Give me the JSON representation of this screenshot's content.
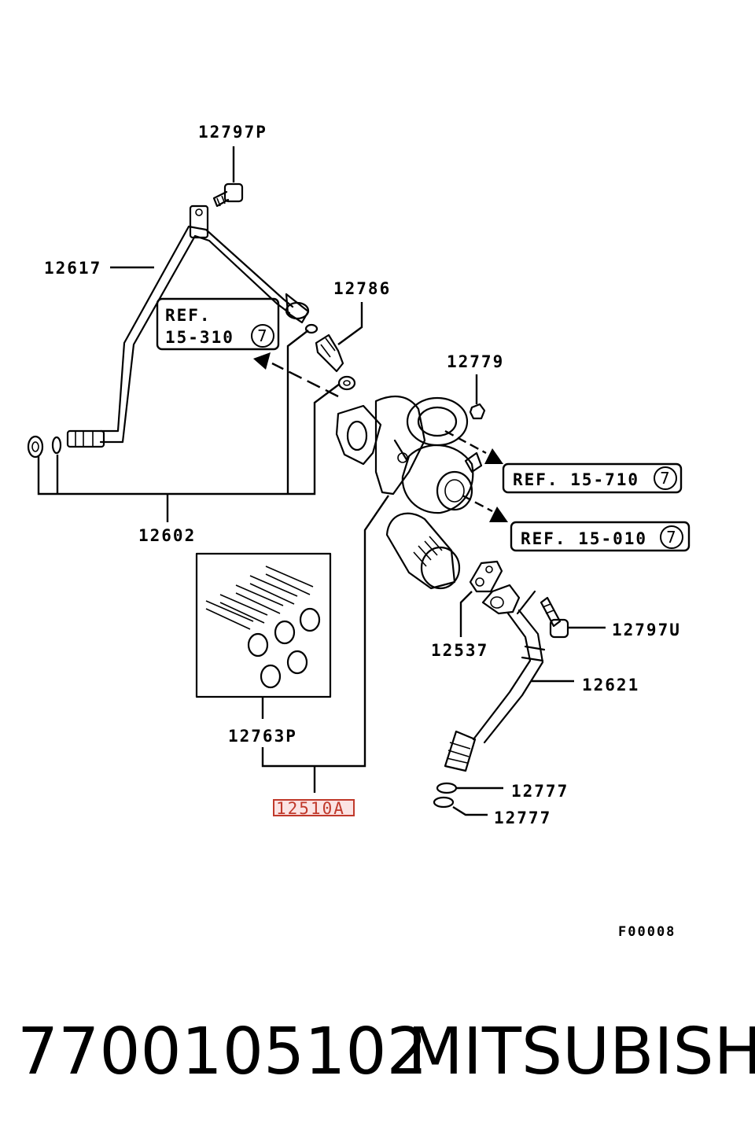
{
  "callouts": {
    "p12797P": "12797P",
    "p12617": "12617",
    "p12786": "12786",
    "p12779": "12779",
    "p12602": "12602",
    "p12537": "12537",
    "p12797U": "12797U",
    "p12621": "12621",
    "p12763P": "12763P",
    "p12777a": "12777",
    "p12777b": "12777",
    "p12510A": "12510A"
  },
  "refs": {
    "ref1_line1": "REF.",
    "ref1_line2": "15-310",
    "ref1_circle": "7",
    "ref2_text": "REF. 15-710",
    "ref2_circle": "7",
    "ref3_text": "REF. 15-010",
    "ref3_circle": "7"
  },
  "figure_code": "F00008",
  "footer": {
    "part_number": "7700105102",
    "brand": "MITSUBISHI"
  },
  "colors": {
    "highlight": "#c0392b",
    "highlight_fill": "#fbe3e3"
  }
}
